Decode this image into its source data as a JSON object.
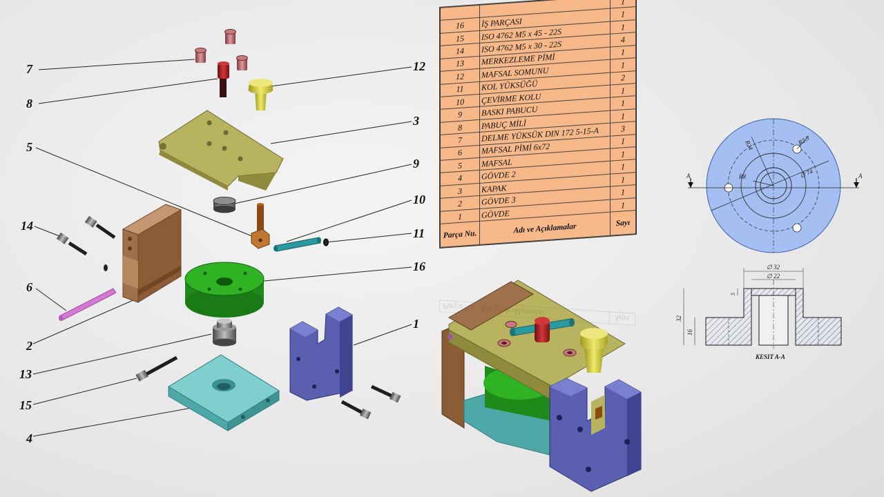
{
  "bom": {
    "header": {
      "part_no": "Parça Nu.",
      "description": "Adı ve Açıklamalar",
      "qty": "Sayı"
    },
    "rows": [
      {
        "no": "",
        "name": "",
        "qty": "1"
      },
      {
        "no": "16",
        "name": "İŞ PARÇASI",
        "qty": "1"
      },
      {
        "no": "15",
        "name": "ISO 4762 M5 x 45 - 22S",
        "qty": "1"
      },
      {
        "no": "14",
        "name": "ISO 4762 M5 x 30 - 22S",
        "qty": "4"
      },
      {
        "no": "13",
        "name": "MERKEZLEME PİMİ",
        "qty": "1"
      },
      {
        "no": "12",
        "name": "MAFSAL SOMUNU",
        "qty": "1"
      },
      {
        "no": "11",
        "name": "KOL YÜKSÜĞÜ",
        "qty": "2"
      },
      {
        "no": "10",
        "name": "ÇEVİRME KOLU",
        "qty": "1"
      },
      {
        "no": "9",
        "name": "BASKI PABUCU",
        "qty": "1"
      },
      {
        "no": "8",
        "name": "PABUÇ MİLİ",
        "qty": "1"
      },
      {
        "no": "7",
        "name": "DELME YÜKSÜK DIN 172 5-15-A",
        "qty": "3"
      },
      {
        "no": "6",
        "name": "MAFSAL PİMİ 6x72",
        "qty": "1"
      },
      {
        "no": "5",
        "name": "MAFSAL",
        "qty": "1"
      },
      {
        "no": "4",
        "name": "GÖVDE 2",
        "qty": "1"
      },
      {
        "no": "3",
        "name": "KAPAK",
        "qty": "1"
      },
      {
        "no": "2",
        "name": "GÖVDE 3",
        "qty": "1"
      },
      {
        "no": "1",
        "name": "GÖVDE",
        "qty": "1"
      }
    ]
  },
  "callouts": {
    "c7": "7",
    "c8": "8",
    "c12": "12",
    "c3": "3",
    "c5": "5",
    "c9": "9",
    "c10": "10",
    "c11": "11",
    "c14": "14",
    "c16": "16",
    "c6": "6",
    "c2": "2",
    "c1": "1",
    "c13": "13",
    "c15": "15",
    "c4": "4"
  },
  "drawing": {
    "dim_r24": "R24",
    "dim_r25": "R2.5",
    "dim_r8": "R8",
    "dim_d74": "∅ 74",
    "section_mark_left": "A",
    "section_mark_right": "A",
    "dim_d32": "∅ 32",
    "dim_d22": "∅ 22",
    "dim_5": "5",
    "dim_32": "32",
    "dim_16": "16",
    "section_title": "KESIT A-A"
  },
  "colors": {
    "plate_olive": "#b8b35e",
    "body_brown": "#a0704a",
    "disk_green": "#27a61f",
    "base_teal": "#5fb8b8",
    "body_blue": "#5a5fb0",
    "drill_bush": "#b0646a",
    "knob_yellow": "#d6d13a",
    "view_blue": "#a6bff2"
  }
}
